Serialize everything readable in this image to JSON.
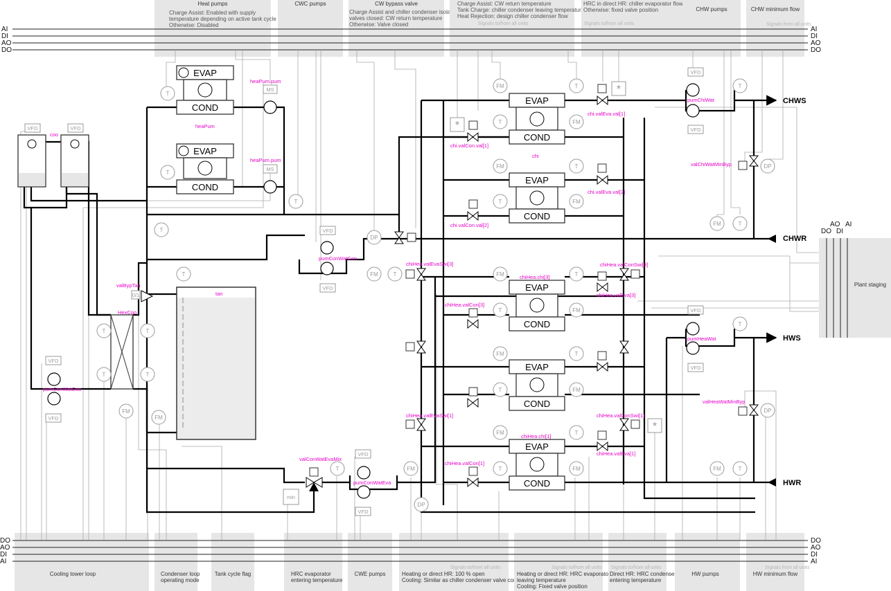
{
  "colors": {
    "label_accent": "#e600c8",
    "pipe": "#000000",
    "control_line": "#aaaaaa",
    "panel": "#e6e6e6"
  },
  "bus_labels": {
    "ai": "AI",
    "di": "DI",
    "ao": "AO",
    "do": "DO"
  },
  "top_boxes": [
    {
      "title": "Heat pumps",
      "lines": [
        "Charge Assist: Enabled with supply",
        "temperature depending on active tank cycle",
        "Otherwise: Disabled"
      ]
    },
    {
      "title": "CWC pumps",
      "lines": []
    },
    {
      "title": "CW bypass valve",
      "lines": [
        "Charge Assist and chiller condenser isolation",
        "valves closed: CW return temperature",
        "Otherwise: Valve closed"
      ]
    },
    {
      "title": "",
      "lines": [
        "Charge Assist: CW return temperature",
        "Tank Charge: chiller condenser leaving temperature",
        "Heat Rejection: design chiller condenser flow"
      ]
    },
    {
      "title": "",
      "lines": [
        "HRC in direct HR: chiller evaporator flow",
        "Otherwise: fixed valve position"
      ]
    },
    {
      "title": "CHW pumps",
      "lines": []
    },
    {
      "title": "CHW minimum flow",
      "lines": []
    }
  ],
  "top_signals": [
    "Signals to/from all units",
    "Signals to/from all units",
    "Signals from all units"
  ],
  "bottom_boxes": [
    {
      "lines": [
        "Cooling tower loop"
      ]
    },
    {
      "lines": [
        "Condenser loop",
        "operating mode"
      ]
    },
    {
      "lines": [
        "Tank cycle flag"
      ]
    },
    {
      "lines": [
        "HRC evaporator",
        "entering temperature"
      ]
    },
    {
      "lines": [
        "CWE pumps"
      ]
    },
    {
      "lines": [
        "Heating or direct HR: 100 % open",
        "Cooling: Similar as chiller condenser valve control"
      ]
    },
    {
      "lines": [
        "Heating or direct HR: HRC evaporator",
        "leaving temperature",
        "Cooling: Fixed valve position"
      ]
    },
    {
      "lines": [
        "Direct HR: HRC condenser",
        "entering temperature"
      ]
    },
    {
      "lines": [
        "HW pumps"
      ]
    },
    {
      "lines": [
        "HW minimum flow"
      ]
    }
  ],
  "bottom_signals": [
    "Signals to/from all units",
    "Signals to/from all units",
    "Signals to/from all units",
    "Signals from all units"
  ],
  "plant_staging": {
    "label": "Plant staging"
  },
  "outlets": {
    "chws": "CHWS",
    "chwr": "CHWR",
    "hws": "HWS",
    "hwr": "HWR"
  },
  "devices": {
    "evap": "EVAP",
    "cond": "COND"
  },
  "instruments": {
    "temp": "T",
    "flow": "FM",
    "dp": "DP",
    "vfd": "VFD",
    "ms": "MS",
    "min": "min",
    "star": "*",
    "valve_pos": "0/1"
  },
  "component_labels": {
    "coo": "coo",
    "hea_pum": "heaPum",
    "hea_pum_pum_1": "heaPum.pum",
    "hea_pum_pum_2": "heaPum.pum",
    "chi": "chi",
    "chi_val_eva_1": "chi.valEva.val[1]",
    "chi_val_eva_2": "chi.valEva.val[2]",
    "chi_val_con_1": "chi.valCon.val[1]",
    "chi_val_con_2": "chi.valCon.val[2]",
    "pum_chi_wat": "pumChiWat",
    "val_chi_wat_min_byp": "valChiWatMinByp",
    "pum_con_wat_con": "pumConWatCon",
    "val_byp_tan": "valBypTan",
    "tan": "tan",
    "hex_coo": "HexCoo",
    "pum_con_wat_coo": "pumConWatCoo",
    "chi_hea_val_eva_swi_3": "chiHea.valEvaSwi[3]",
    "chi_hea_val_con_swi_3": "chiHea.valConSwi[3]",
    "chi_hea_chi_3": "chiHea.chi[3]",
    "chi_hea_val_eva_3": "chiHea.valEva[3]",
    "chi_hea_val_con_3": "chiHea.valCon[3]",
    "chi_hea_val_eva_swi_1": "chiHea.valEvaSwi[1]",
    "chi_hea_val_con_swi_1": "chiHea.valConSwi[1]",
    "chi_hea_chi_1": "chiHea.chi[1]",
    "chi_hea_val_eva_1": "chiHea.valEva[1]",
    "chi_hea_val_con_1": "chiHea.valCon[1]",
    "pum_hea_wat": "pumHeaWat",
    "val_hea_wat_min_byp": "valHeaWatMinByp",
    "val_con_wat_eva_mix": "valConWatEvaMix",
    "pum_con_wat_eva": "pumConWatEva"
  }
}
